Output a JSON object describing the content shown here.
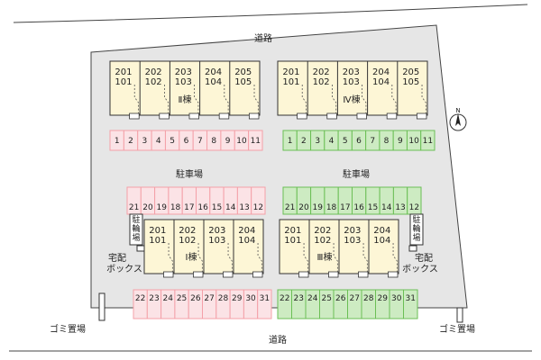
{
  "road_top": "道路",
  "road_bottom": "道路",
  "north": "N",
  "parking_labels": [
    "駐車場",
    "駐車場"
  ],
  "buildings": [
    {
      "name": "Ⅱ棟",
      "upper": [
        "201",
        "202",
        "203",
        "204",
        "205"
      ],
      "lower": [
        "101",
        "102",
        "103",
        "104",
        "105"
      ]
    },
    {
      "name": "Ⅳ棟",
      "upper": [
        "201",
        "202",
        "203",
        "204",
        "205"
      ],
      "lower": [
        "101",
        "102",
        "103",
        "104",
        "105"
      ]
    },
    {
      "name": "Ⅰ棟",
      "upper": [
        "201",
        "202",
        "203",
        "204"
      ],
      "lower": [
        "101",
        "102",
        "103",
        "104"
      ]
    },
    {
      "name": "Ⅲ棟",
      "upper": [
        "201",
        "202",
        "203",
        "204"
      ],
      "lower": [
        "101",
        "102",
        "103",
        "104"
      ]
    }
  ],
  "bike_parking": "駐輪場",
  "delivery_box": [
    "宅配",
    "ボックス"
  ],
  "garbage": "ゴミ置場",
  "parking_rows": [
    {
      "id": "left-row1",
      "color": "#f4a0a8",
      "fill": "#fbe3e6",
      "slots": [
        "1",
        "2",
        "3",
        "4",
        "5",
        "6",
        "7",
        "8",
        "9",
        "10",
        "11"
      ]
    },
    {
      "id": "right-row1",
      "color": "#6bbf55",
      "fill": "#cdebc2",
      "slots": [
        "1",
        "2",
        "3",
        "4",
        "5",
        "6",
        "7",
        "8",
        "9",
        "10",
        "11"
      ]
    },
    {
      "id": "left-row2",
      "color": "#f4a0a8",
      "fill": "#fbe3e6",
      "slots": [
        "21",
        "20",
        "19",
        "18",
        "17",
        "16",
        "15",
        "14",
        "13",
        "12"
      ]
    },
    {
      "id": "right-row2",
      "color": "#6bbf55",
      "fill": "#cdebc2",
      "slots": [
        "21",
        "20",
        "19",
        "18",
        "17",
        "16",
        "15",
        "14",
        "13",
        "12"
      ]
    },
    {
      "id": "left-row3",
      "color": "#f4a0a8",
      "fill": "#fbe3e6",
      "slots": [
        "22",
        "23",
        "24",
        "25",
        "26",
        "27",
        "28",
        "29",
        "30",
        "31"
      ]
    },
    {
      "id": "right-row3",
      "color": "#6bbf55",
      "fill": "#cdebc2",
      "slots": [
        "22",
        "23",
        "24",
        "25",
        "26",
        "27",
        "28",
        "29",
        "30",
        "31"
      ]
    }
  ]
}
